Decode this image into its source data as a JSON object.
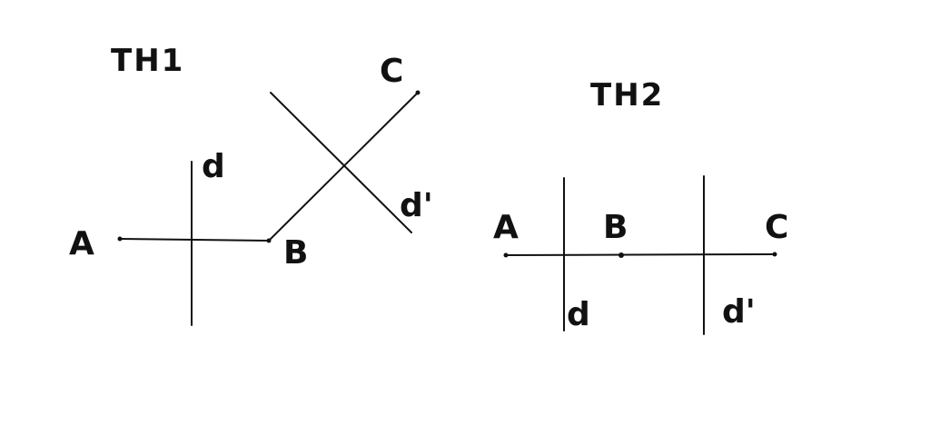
{
  "diagram": {
    "case1": {
      "title": "TH1",
      "point_a": "A",
      "point_b": "B",
      "point_c": "C",
      "line_d": "d",
      "line_d_prime": "d'"
    },
    "case2": {
      "title": "TH2",
      "point_a": "A",
      "point_b": "B",
      "point_c": "C",
      "line_d": "d",
      "line_d_prime": "d'"
    },
    "colors": {
      "ink": "#111111",
      "background": "#ffffff"
    }
  }
}
